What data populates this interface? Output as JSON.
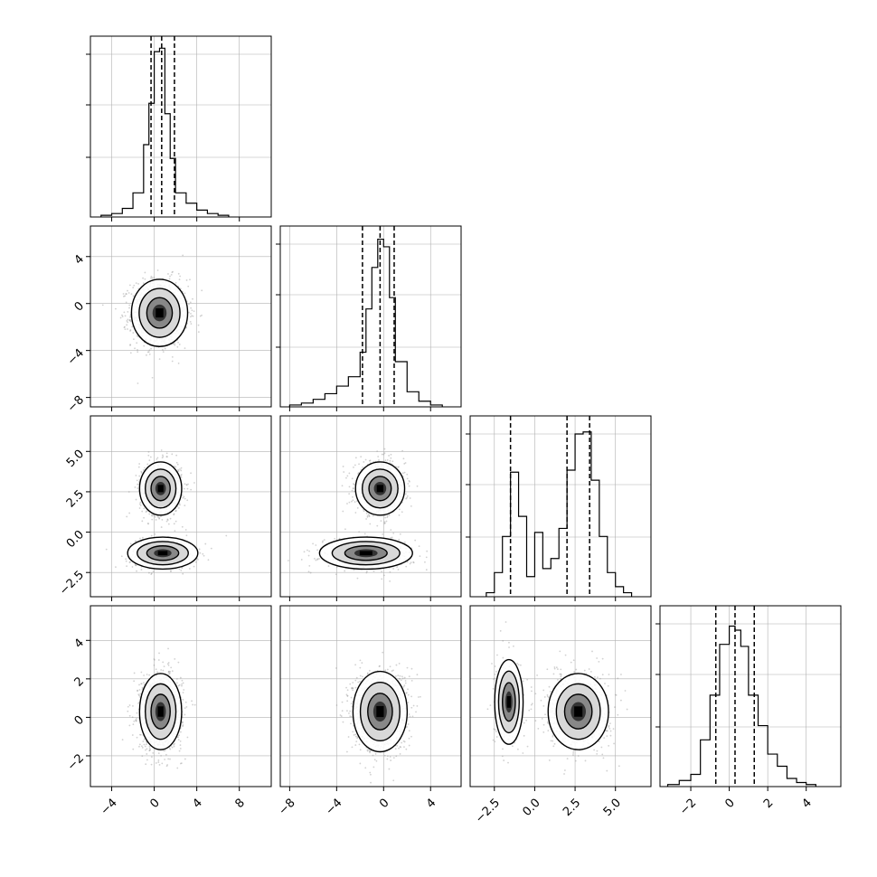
{
  "chart_data": {
    "type": "corner",
    "variables": [
      {
        "range": [
          -6,
          11
        ],
        "ticks": [
          -4,
          0,
          4,
          8
        ],
        "tick_labels": [
          "−4",
          "0",
          "4",
          "8"
        ],
        "quantiles": [
          -0.3,
          0.7,
          1.9
        ],
        "hist_bins": [
          -5,
          -4,
          -3,
          -2,
          -1,
          -0.5,
          0,
          0.5,
          1,
          1.5,
          2,
          3,
          4,
          5,
          6,
          7
        ],
        "hist_counts": [
          1,
          2,
          5,
          14,
          42,
          66,
          96,
          98,
          60,
          34,
          14,
          8,
          4,
          2,
          1
        ],
        "hist_max": 105
      },
      {
        "range": [
          -8.8,
          6.6
        ],
        "ticks": [
          -8,
          -4,
          0,
          4
        ],
        "tick_labels": [
          "−8",
          "−4",
          "0",
          "4"
        ],
        "quantiles": [
          -1.8,
          -0.3,
          0.9
        ],
        "hist_bins": [
          -8,
          -7,
          -6,
          -5,
          -4,
          -3,
          -2,
          -1.5,
          -1,
          -0.5,
          0,
          0.5,
          1,
          2,
          3,
          4,
          5
        ],
        "hist_counts": [
          1,
          2,
          4,
          7,
          11,
          16,
          29,
          52,
          74,
          89,
          85,
          58,
          24,
          8,
          3,
          1
        ],
        "hist_max": 96
      },
      {
        "range": [
          -4,
          7.2
        ],
        "ticks": [
          -2.5,
          0.0,
          2.5,
          5.0
        ],
        "tick_labels": [
          "−2.5",
          "0.0",
          "2.5",
          "5.0"
        ],
        "quantiles": [
          -1.5,
          2.0,
          3.4
        ],
        "hist_bins": [
          -3,
          -2.5,
          -2,
          -1.5,
          -1,
          -0.5,
          0,
          0.5,
          1,
          1.5,
          2,
          2.5,
          3,
          3.5,
          4,
          4.5,
          5,
          5.5,
          6
        ],
        "hist_counts": [
          2,
          12,
          30,
          62,
          40,
          10,
          32,
          14,
          19,
          34,
          63,
          81,
          82,
          58,
          30,
          12,
          5,
          2
        ],
        "hist_max": 90
      },
      {
        "range": [
          -3.6,
          5.8
        ],
        "ticks": [
          -2,
          0,
          2,
          4
        ],
        "tick_labels": [
          "−2",
          "0",
          "2",
          "4"
        ],
        "quantiles": [
          -0.7,
          0.3,
          1.3
        ],
        "hist_bins": [
          -3.2,
          -2.6,
          -2,
          -1.5,
          -1,
          -0.5,
          0,
          0.3,
          0.6,
          1,
          1.5,
          2,
          2.5,
          3,
          3.5,
          4,
          4.5
        ],
        "hist_counts": [
          1,
          3,
          6,
          23,
          45,
          70,
          79,
          77,
          69,
          45,
          30,
          16,
          10,
          4,
          2,
          1
        ],
        "hist_max": 89
      }
    ],
    "y_axis_ticks": {
      "1": {
        "ticks": [
          -8,
          -4,
          0,
          4
        ],
        "tick_labels": [
          "−8",
          "−4",
          "0",
          "4"
        ]
      },
      "2": {
        "ticks": [
          -2.5,
          0.0,
          2.5,
          5.0
        ],
        "tick_labels": [
          "−2.5",
          "0.0",
          "2.5",
          "5.0"
        ]
      },
      "3": {
        "ticks": [
          -2,
          0,
          2,
          4
        ],
        "tick_labels": [
          "−2",
          "0",
          "2",
          "4"
        ]
      }
    },
    "joint_clusters": {
      "0-1": [
        {
          "cx": 0.5,
          "cy": -0.8,
          "sx": 1.2,
          "sy": 1.3,
          "n": 1200
        }
      ],
      "0-2": [
        {
          "cx": 0.6,
          "cy": 2.7,
          "sx": 0.9,
          "sy": 0.75,
          "n": 800
        },
        {
          "cx": 0.8,
          "cy": -1.3,
          "sx": 1.5,
          "sy": 0.45,
          "n": 400
        }
      ],
      "1-2": [
        {
          "cx": -0.3,
          "cy": 2.7,
          "sx": 0.95,
          "sy": 0.75,
          "n": 800
        },
        {
          "cx": -1.5,
          "cy": -1.3,
          "sx": 1.8,
          "sy": 0.45,
          "n": 400
        }
      ],
      "0-3": [
        {
          "cx": 0.6,
          "cy": 0.3,
          "sx": 0.9,
          "sy": 0.9,
          "n": 1200
        }
      ],
      "1-3": [
        {
          "cx": -0.3,
          "cy": 0.3,
          "sx": 1.05,
          "sy": 0.95,
          "n": 1200
        }
      ],
      "2-3": [
        {
          "cx": -1.6,
          "cy": 0.8,
          "sx": 0.4,
          "sy": 1.0,
          "n": 400
        },
        {
          "cx": 2.7,
          "cy": 0.3,
          "sx": 0.85,
          "sy": 0.9,
          "n": 800
        }
      ]
    },
    "contour_levels": [
      1.0,
      1.6,
      2.2
    ],
    "grid": true,
    "colors": {
      "points": "#9a9a9a",
      "lines": "#000000",
      "grid": "#b0b0b0",
      "density": "#000000"
    }
  }
}
